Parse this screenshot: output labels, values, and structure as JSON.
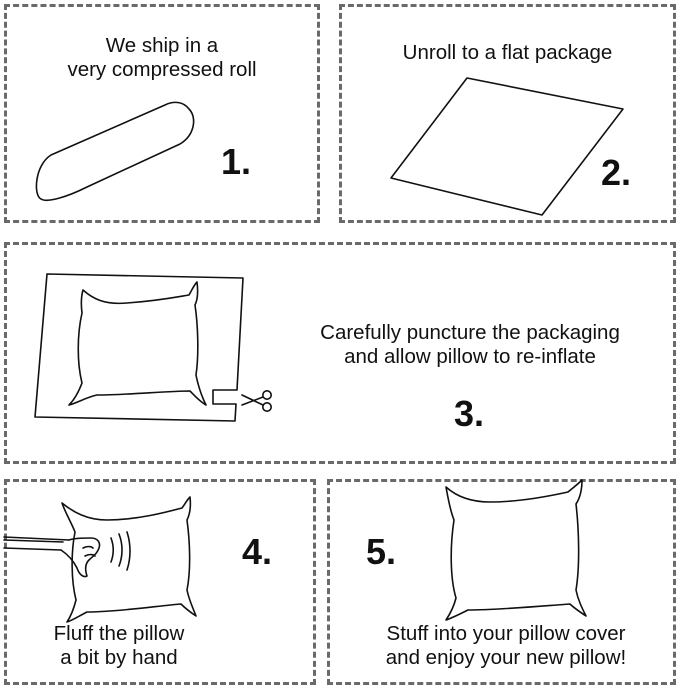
{
  "steps": [
    {
      "number": "1.",
      "lines": [
        "We ship in a",
        "very compressed roll"
      ],
      "icon": "compressed-roll-icon"
    },
    {
      "number": "2.",
      "lines": [
        "Unroll to a flat package"
      ],
      "icon": "flat-package-icon"
    },
    {
      "number": "3.",
      "lines": [
        "Carefully puncture the packaging",
        "and allow pillow to re-inflate"
      ],
      "icon": "packaged-pillow-scissors-icon"
    },
    {
      "number": "4.",
      "lines": [
        "Fluff the pillow",
        "a bit by hand"
      ],
      "icon": "hand-fluffing-pillow-icon"
    },
    {
      "number": "5.",
      "lines": [
        "Stuff into your pillow cover",
        "and enjoy your new pillow!"
      ],
      "icon": "pillow-icon"
    }
  ]
}
